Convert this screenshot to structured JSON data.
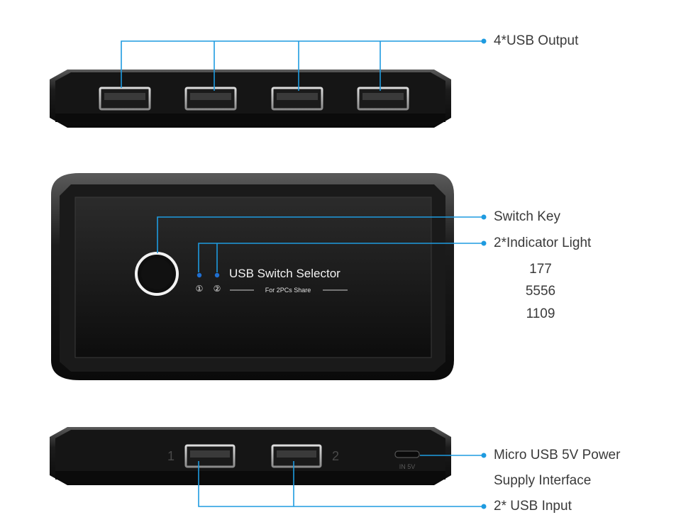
{
  "labels": {
    "usb_output": "4*USB Output",
    "switch_key": "Switch Key",
    "indicator_light": "2*Indicator Light",
    "numbers": [
      "177",
      "5556",
      "1109"
    ],
    "power_line1": "Micro USB 5V Power",
    "power_line2": "Supply Interface",
    "usb_input": "2* USB Input"
  },
  "device": {
    "title": "USB Switch Selector",
    "subtitle": "For 2PCs Share",
    "indicator_1": "①",
    "indicator_2": "②",
    "port_label_1": "1",
    "port_label_2": "2",
    "power_port_label": "IN 5V"
  },
  "colors": {
    "callout_line": "#1e9be0",
    "indicator_led": "#1f6fd1",
    "device_body": "#141414"
  }
}
